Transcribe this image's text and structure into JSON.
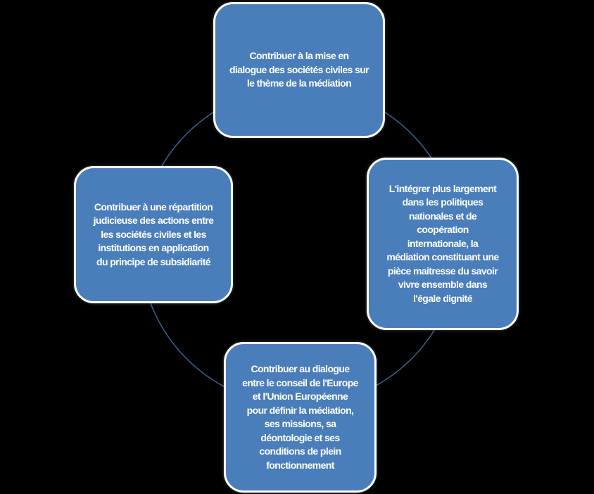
{
  "diagram": {
    "type": "cycle",
    "colors": {
      "box_fill": "#4a7ebb",
      "box_border": "#ffffff",
      "ring": "#3a5f8f",
      "background": "#000000"
    },
    "nodes": [
      {
        "id": "top",
        "text": "Contribuer à la mise en\ndialogue des sociétés civiles sur\nle thème de la médiation"
      },
      {
        "id": "right",
        "text": "L'intégrer plus largement\ndans les politiques\nnationales et de\ncoopération\ninternationale, la\nmédiation constituant une\npièce maitresse du savoir\nvivre ensemble dans\nl'égale dignité"
      },
      {
        "id": "bottom",
        "text": "Contribuer au dialogue\nentre le conseil de l'Europe\net l'Union Européenne\npour définir la médiation,\nses missions, sa\ndéontologie et ses\nconditions de plein\nfonctionnement"
      },
      {
        "id": "left",
        "text": "Contribuer à une répartition\njudicieuse des actions entre\nles sociétés civiles et les\ninstitutions en application\ndu principe de subsidiarité"
      }
    ]
  }
}
